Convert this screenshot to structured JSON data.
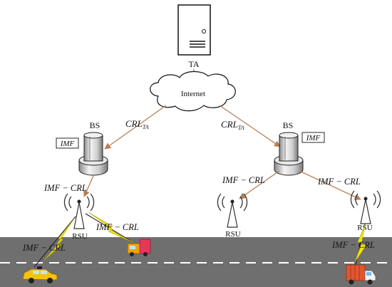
{
  "nodes": {
    "ta": "TA",
    "internet": "Internet",
    "bs_left": "BS",
    "bs_right": "BS",
    "rsu_left": "RSU",
    "rsu_mid": "RSU",
    "rsu_right": "RSU"
  },
  "badges": {
    "imf_left": "IMF",
    "imf_right": "IMF"
  },
  "edge_labels": {
    "crl_base": "CRL",
    "crl_sub": "TA",
    "imf_crl_left": "IMF − CRL",
    "imf_crl_mid": "IMF − CRL",
    "imf_crl_right": "IMF − CRL",
    "imf_crl_truck": "IMF − CRL",
    "imf_crl_taxi": "IMF − CRL",
    "imf_crl_road_right": "IMF − CRL"
  },
  "colors": {
    "arrow": "#b77f55",
    "road": "#6f6f6f",
    "road_line": "#ffffff",
    "lightning": "#f2e600",
    "taxi": "#f4c20f",
    "truck_right": "#e2562f",
    "van_mid": "#f4a000"
  }
}
